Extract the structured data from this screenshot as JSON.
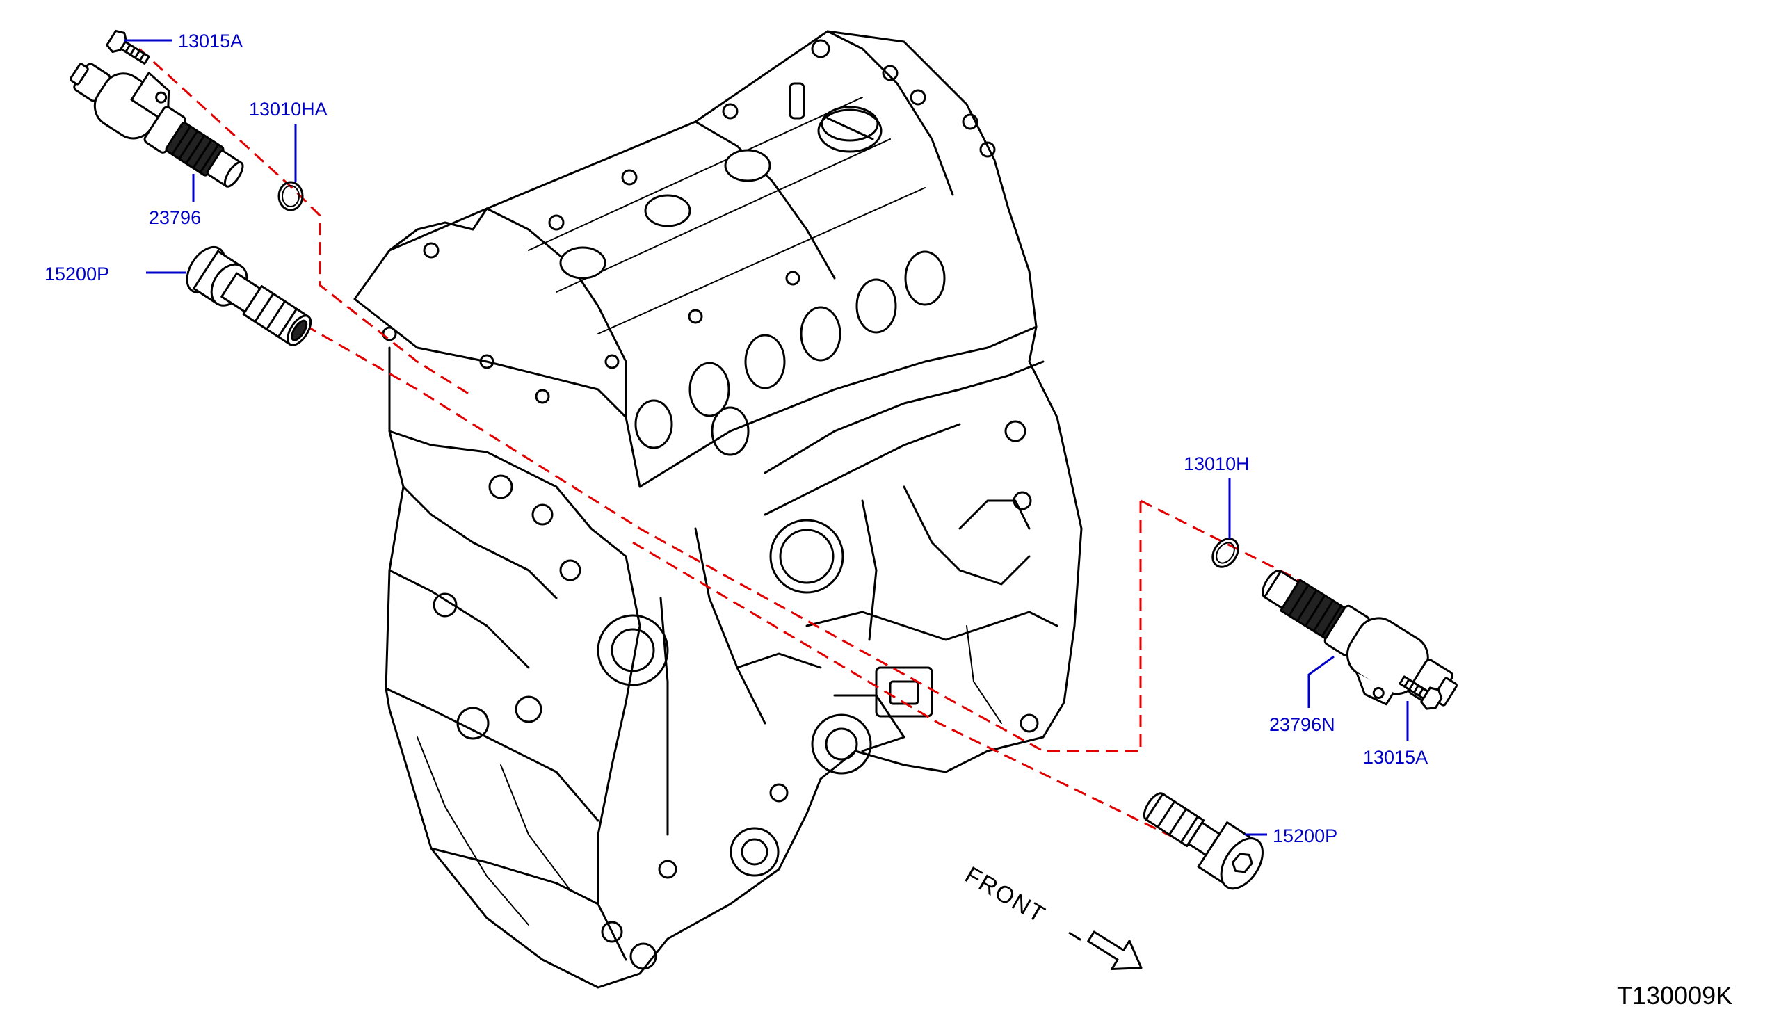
{
  "callouts": {
    "bolt_left": "13015A",
    "oring_left": "13010HA",
    "solenoid_left": "23796",
    "screen_left": "15200P",
    "oring_right": "13010H",
    "solenoid_right": "23796N",
    "bolt_right": "13015A",
    "screen_right": "15200P"
  },
  "front_label": "FRONT",
  "diagram_code": "T130009K",
  "colors": {
    "callout_text": "#0000c8",
    "dashed_path": "#e30000",
    "linework": "#000000"
  }
}
